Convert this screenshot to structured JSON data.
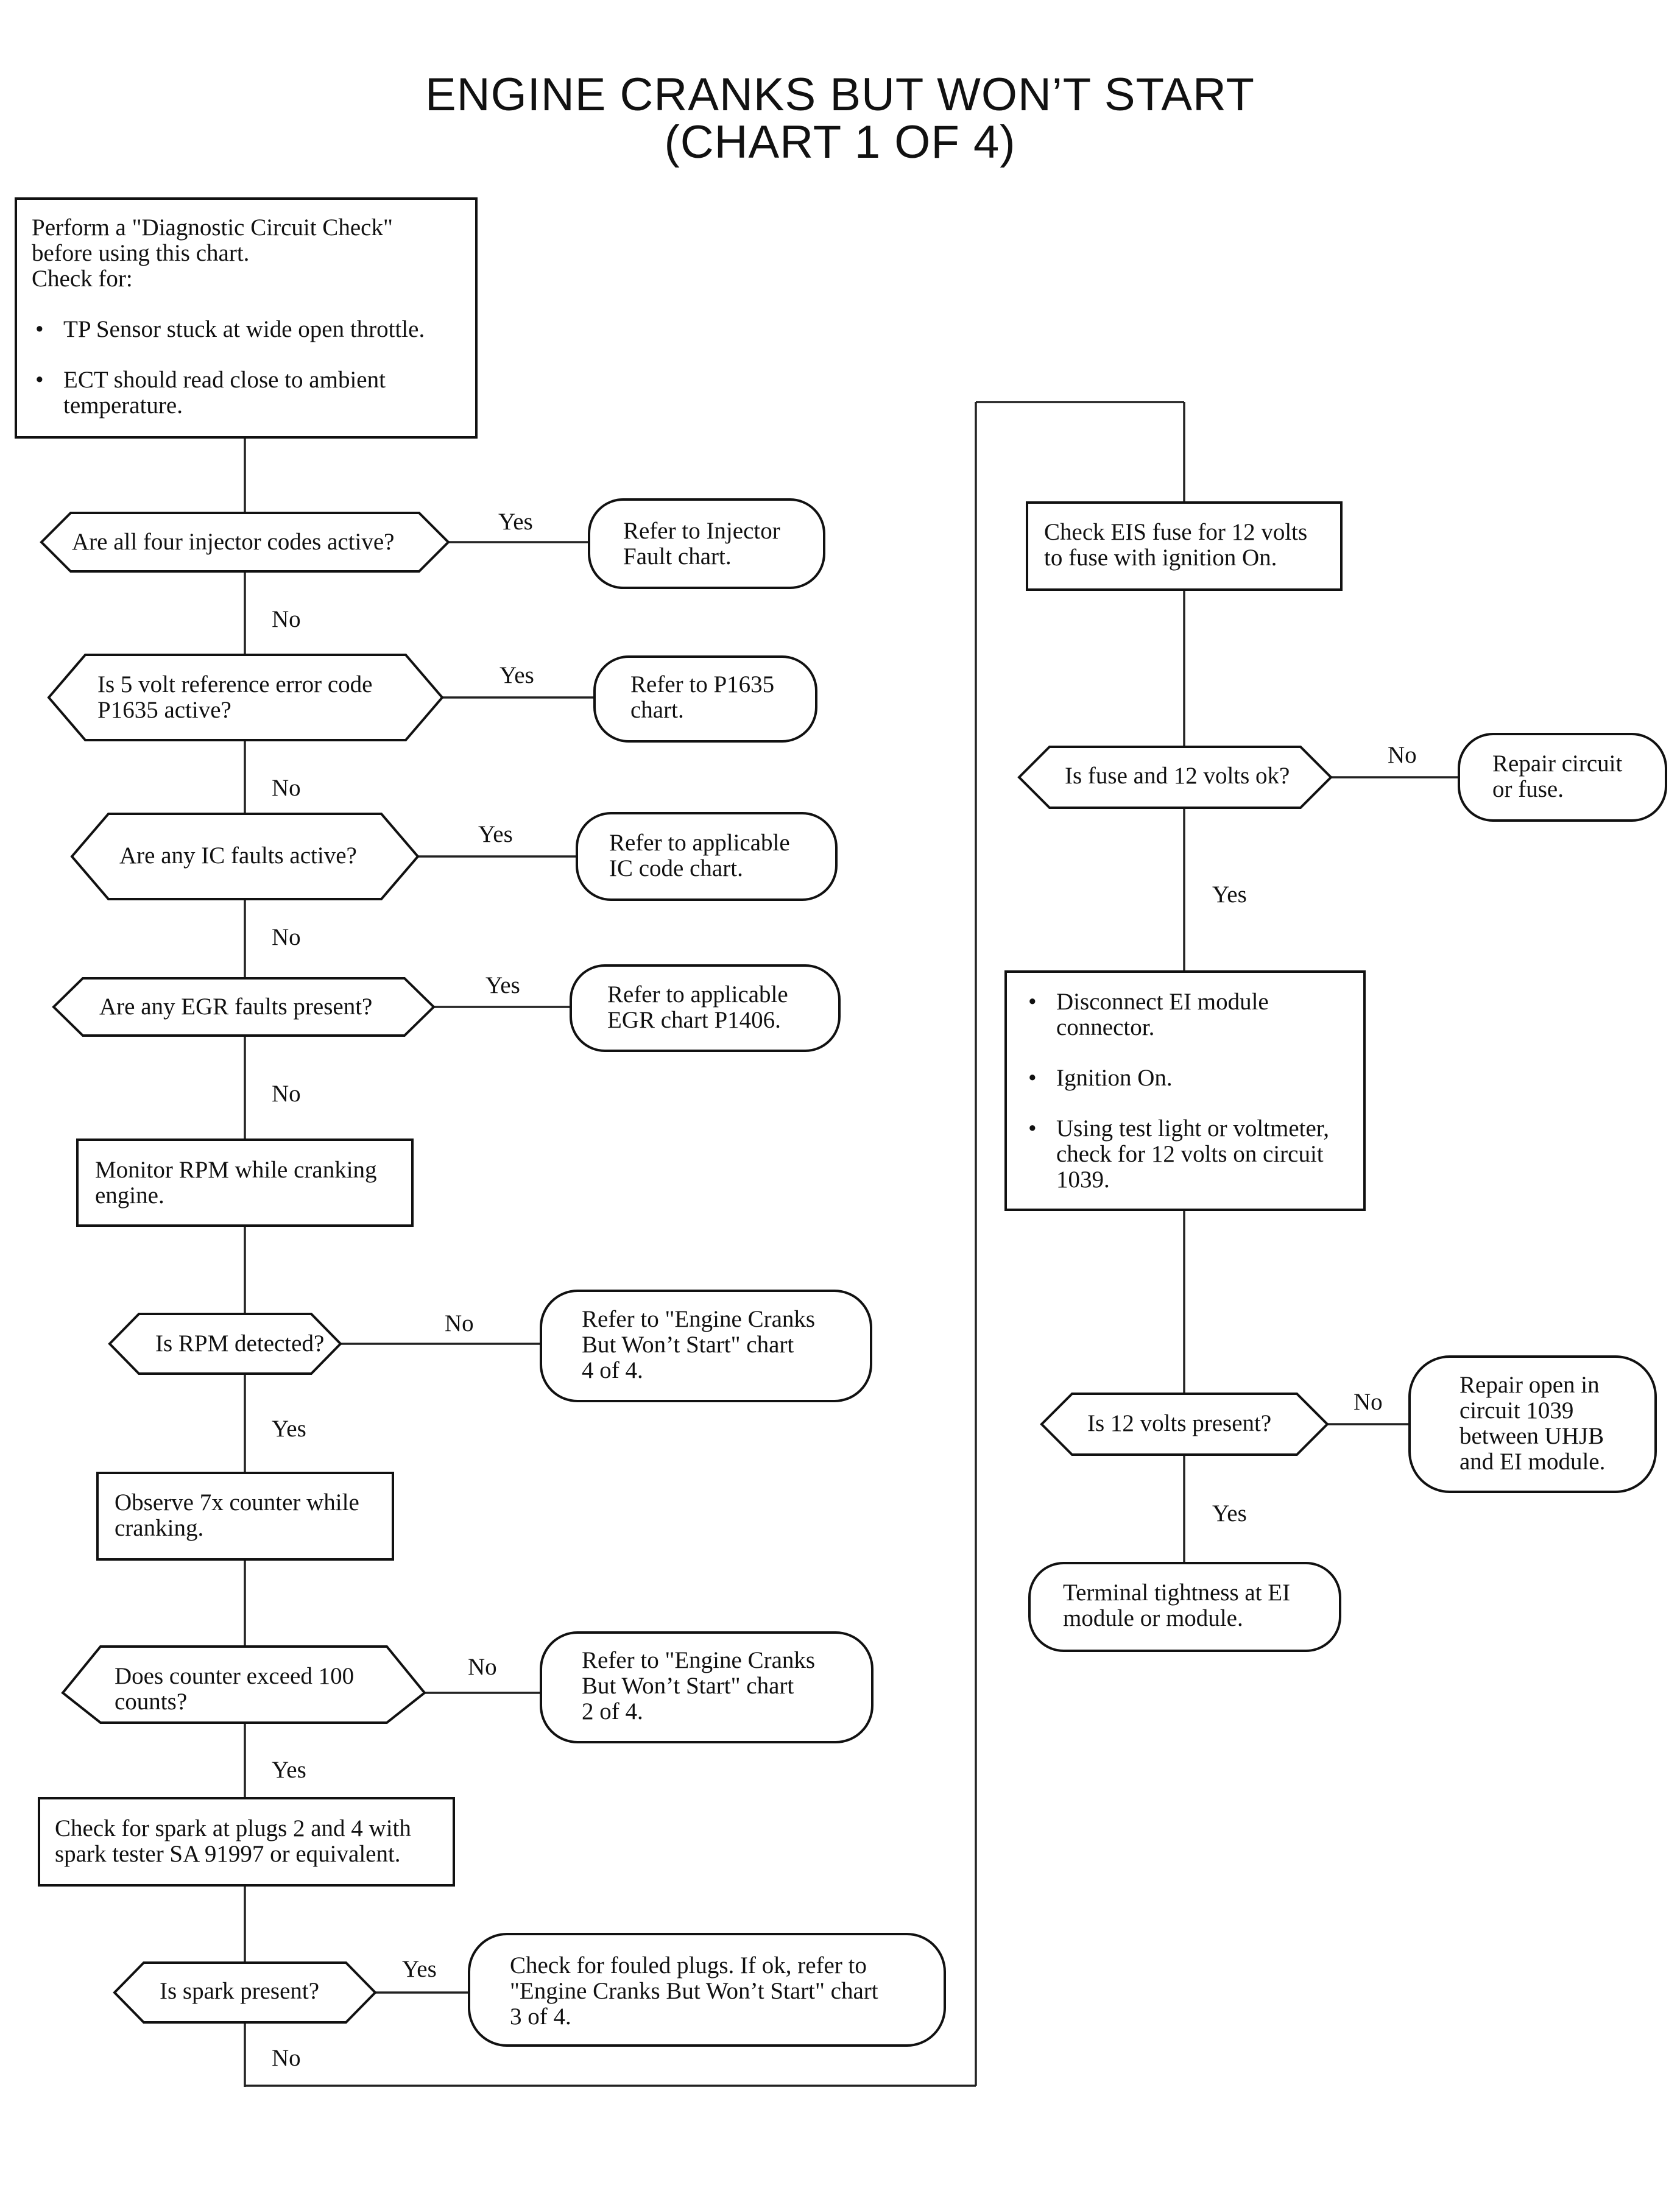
{
  "title": {
    "line1": "ENGINE CRANKS BUT WON’T START",
    "line2": "(CHART 1 OF 4)"
  },
  "start_box": {
    "lines": [
      "Perform a \"Diagnostic Circuit Check\"",
      "before using this chart.",
      "Check for:"
    ],
    "bullets": [
      "TP Sensor stuck at wide open throttle.",
      "ECT should read close to ambient\ntemperature."
    ]
  },
  "left_column": {
    "d1": {
      "question": "Are all four injector codes active?",
      "yes_label": "Yes",
      "yes_result": "Refer to Injector\nFault chart.",
      "no_label": "No"
    },
    "d2": {
      "question": "Is 5 volt reference error code\nP1635 active?",
      "yes_label": "Yes",
      "yes_result": "Refer to P1635\nchart.",
      "no_label": "No"
    },
    "d3": {
      "question": "Are any IC faults active?",
      "yes_label": "Yes",
      "yes_result": "Refer to applicable\nIC code chart.",
      "no_label": "No"
    },
    "d4": {
      "question": "Are any EGR faults present?",
      "yes_label": "Yes",
      "yes_result": "Refer to applicable\nEGR chart P1406.",
      "no_label": "No"
    },
    "a1": "Monitor RPM while cranking\nengine.",
    "d5": {
      "question": "Is RPM detected?",
      "no_label": "No",
      "no_result": "Refer to \"Engine Cranks\nBut Won’t Start\" chart\n4 of 4.",
      "yes_label": "Yes"
    },
    "a2": "Observe 7x counter while\ncranking.",
    "d6": {
      "question": "Does counter exceed  100\ncounts?",
      "no_label": "No",
      "no_result": "Refer to \"Engine Cranks\nBut Won’t Start\" chart\n2 of 4.",
      "yes_label": "Yes"
    },
    "a3": "Check for spark at plugs 2 and 4 with\nspark tester SA 91997 or equivalent.",
    "d7": {
      "question": "Is spark present?",
      "yes_label": "Yes",
      "yes_result": "Check for fouled plugs. If ok, refer to\n\"Engine Cranks But Won’t Start\" chart\n3 of 4.",
      "no_label": "No"
    }
  },
  "right_column": {
    "r1": "Check EIS fuse for 12 volts\nto fuse with ignition On.",
    "rd1": {
      "question": "Is fuse and 12 volts ok?",
      "no_label": "No",
      "no_result": "Repair circuit\nor fuse.",
      "yes_label": "Yes"
    },
    "r2_bullets": [
      "Disconnect EI module\nconnector.",
      "Ignition On.",
      "Using test light or voltmeter,\ncheck for 12 volts on circuit\n1039."
    ],
    "rd2": {
      "question": "Is 12 volts present?",
      "no_label": "No",
      "no_result": "Repair open in\ncircuit 1039\nbetween UHJB\nand EI module.",
      "yes_label": "Yes"
    },
    "r_end": "Terminal tightness at EI\nmodule or module."
  }
}
